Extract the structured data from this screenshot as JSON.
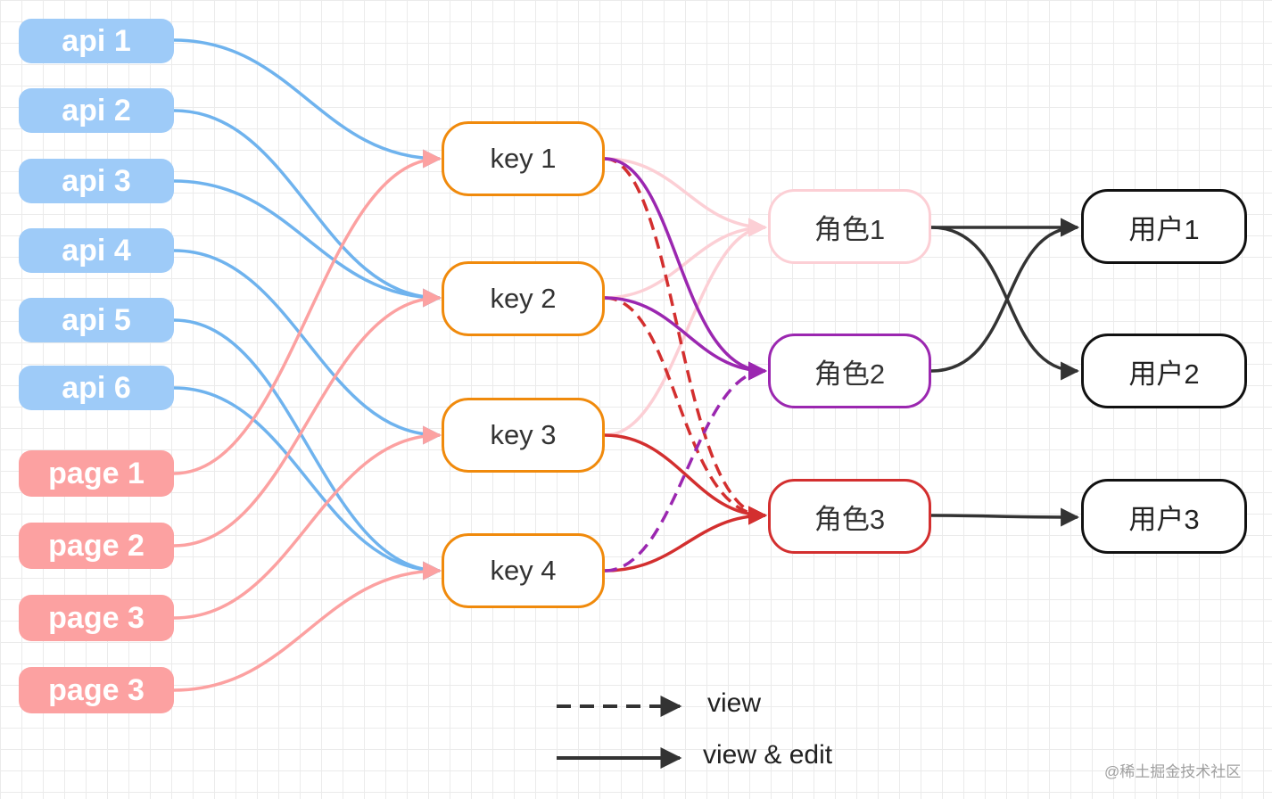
{
  "colors": {
    "api": "#6fb3ee",
    "page": "#fca1a1",
    "key_border": "#f08a0c",
    "role1": "#fccfd5",
    "role2": "#9b27b0",
    "role3": "#d32f2f",
    "user": "#111111"
  },
  "nodes": {
    "apis": [
      "api 1",
      "api 2",
      "api 3",
      "api 4",
      "api 5",
      "api 6"
    ],
    "pages": [
      "page 1",
      "page 2",
      "page 3",
      "page 3"
    ],
    "keys": [
      "key 1",
      "key 2",
      "key 3",
      "key 4"
    ],
    "roles": [
      "角色1",
      "角色2",
      "角色3"
    ],
    "users": [
      "用户1",
      "用户2",
      "用户3"
    ]
  },
  "edges": [
    {
      "from": "api 1",
      "to": "key 1",
      "kind": "api"
    },
    {
      "from": "api 2",
      "to": "key 2",
      "kind": "api"
    },
    {
      "from": "api 3",
      "to": "key 2",
      "kind": "api"
    },
    {
      "from": "api 4",
      "to": "key 3",
      "kind": "api"
    },
    {
      "from": "api 5",
      "to": "key 4",
      "kind": "api"
    },
    {
      "from": "api 6",
      "to": "key 4",
      "kind": "api"
    },
    {
      "from": "page 1",
      "to": "key 1",
      "kind": "page"
    },
    {
      "from": "page 2",
      "to": "key 2",
      "kind": "page"
    },
    {
      "from": "page 3",
      "to": "key 3",
      "kind": "page"
    },
    {
      "from": "page 3 (2)",
      "to": "key 4",
      "kind": "page"
    },
    {
      "from": "key 1",
      "to": "角色1",
      "kind": "role1",
      "style": "view & edit"
    },
    {
      "from": "key 2",
      "to": "角色1",
      "kind": "role1",
      "style": "view & edit"
    },
    {
      "from": "key 3",
      "to": "角色1",
      "kind": "role1",
      "style": "view & edit"
    },
    {
      "from": "key 1",
      "to": "角色2",
      "kind": "role2",
      "style": "view & edit"
    },
    {
      "from": "key 2",
      "to": "角色2",
      "kind": "role2",
      "style": "view & edit"
    },
    {
      "from": "key 4",
      "to": "角色2",
      "kind": "role2",
      "style": "view"
    },
    {
      "from": "key 1",
      "to": "角色3",
      "kind": "role3",
      "style": "view"
    },
    {
      "from": "key 2",
      "to": "角色3",
      "kind": "role3",
      "style": "view"
    },
    {
      "from": "key 3",
      "to": "角色3",
      "kind": "role3",
      "style": "view & edit"
    },
    {
      "from": "key 4",
      "to": "角色3",
      "kind": "role3",
      "style": "view & edit"
    },
    {
      "from": "角色1",
      "to": "用户1",
      "kind": "user",
      "style": "view & edit"
    },
    {
      "from": "角色1",
      "to": "用户2",
      "kind": "user",
      "style": "view & edit"
    },
    {
      "from": "角色2",
      "to": "用户1",
      "kind": "user",
      "style": "view & edit"
    },
    {
      "from": "角色3",
      "to": "用户3",
      "kind": "user",
      "style": "view & edit"
    }
  ],
  "legend": {
    "dashed_label": "view",
    "solid_label": "view & edit"
  },
  "watermark": "@稀土掘金技术社区"
}
